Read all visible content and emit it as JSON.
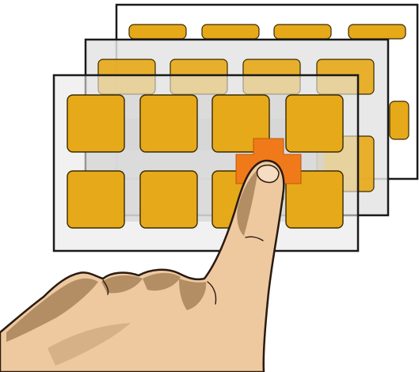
{
  "illustration": {
    "layer_count": 3,
    "grid": {
      "rows": 2,
      "columns": 4
    },
    "selected_cell": {
      "layer": 1,
      "row": 2,
      "column": 3
    },
    "colors": {
      "background": "#ffffff",
      "panel_frame": "#1a1a1a",
      "panel_fill": "#dedede",
      "key": "#e6a91a",
      "key_stroke": "#3a2a00",
      "key_selected": "#f07a1a",
      "skin": "#eec9a0",
      "skin_shadow": "#a88358",
      "outline": "#2a1a10"
    },
    "icons": [
      "hand-pointing-icon"
    ]
  }
}
